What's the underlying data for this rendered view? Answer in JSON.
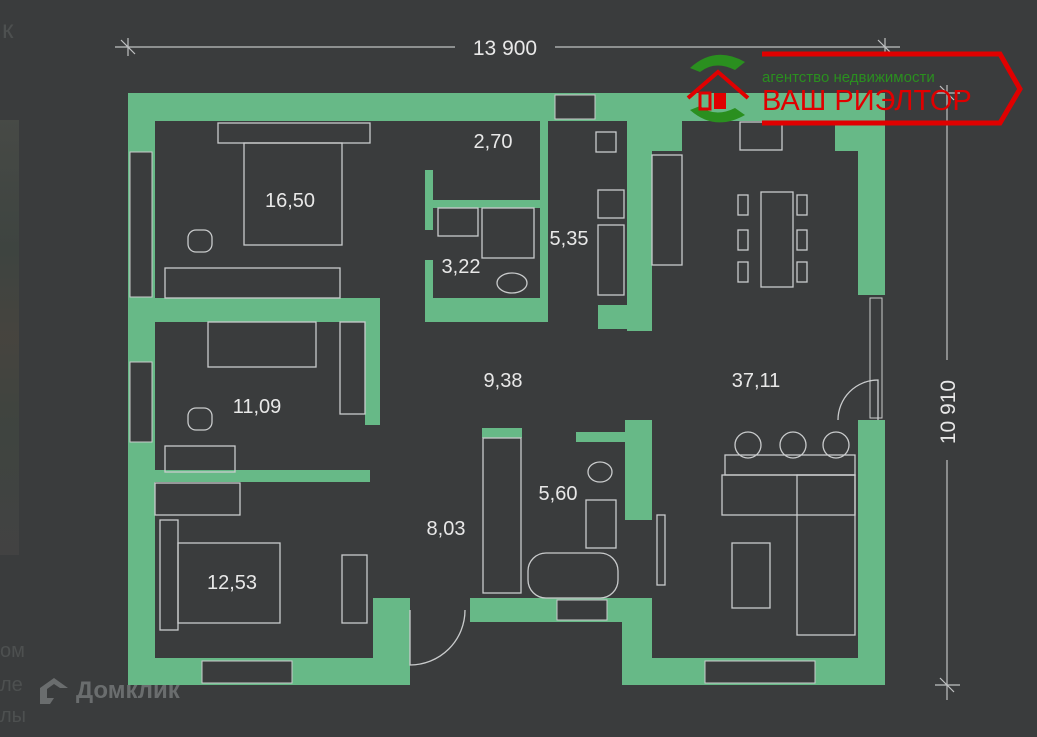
{
  "dimensions": {
    "width": "13 900",
    "height": "10 910"
  },
  "rooms": [
    {
      "name": "bedroom-1",
      "area": "16,50"
    },
    {
      "name": "storage",
      "area": "2,70"
    },
    {
      "name": "bathroom-1",
      "area": "3,22"
    },
    {
      "name": "utility",
      "area": "5,35"
    },
    {
      "name": "kitchen-living",
      "area": "37,11"
    },
    {
      "name": "bedroom-2",
      "area": "11,09"
    },
    {
      "name": "hall",
      "area": "9,38"
    },
    {
      "name": "entrance",
      "area": "8,03"
    },
    {
      "name": "bathroom-2",
      "area": "5,60"
    },
    {
      "name": "bedroom-3",
      "area": "12,53"
    }
  ],
  "watermark": {
    "tagline": "агентство недвижимости",
    "name": "ВАШ РИЭЛТОР",
    "colors": {
      "red": "#e00000",
      "green": "#2a8f1f"
    }
  },
  "domklik": {
    "label": "Домклик"
  },
  "side": {
    "top": "к",
    "lines": [
      "ом",
      "ле",
      "лы"
    ]
  },
  "colors": {
    "background": "#3a3c3d",
    "wall": "#67b987"
  }
}
